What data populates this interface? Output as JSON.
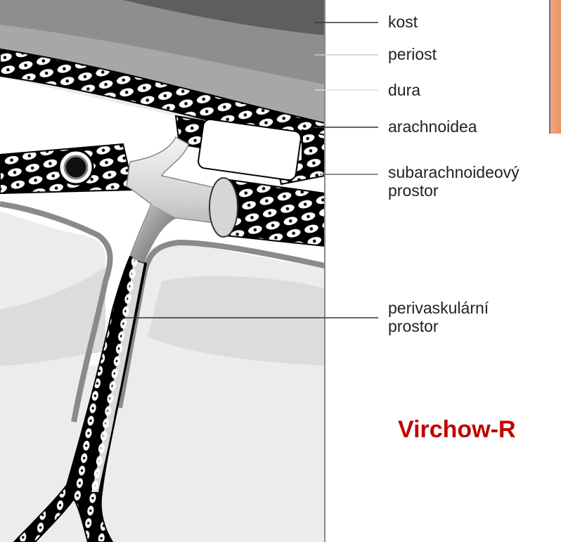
{
  "labels": {
    "kost": "kost",
    "periost": "periost",
    "dura": "dura",
    "arachnoidea": "arachnoidea",
    "subarachnoid_1": "subarachnoideový",
    "subarachnoid_2": "prostor",
    "perivascular_1": "perivaskulární",
    "perivascular_2": "prostor"
  },
  "title": "Virchow-R",
  "colors": {
    "bone": "#606060",
    "periosteum": "#8c8c8c",
    "dura": "#a6a6a6",
    "tissue": "#d6d6d6",
    "cortex": "#e6e6e6",
    "membrane_border": "#000000",
    "title": "#c00000",
    "edge_strip": "#ec9c6c"
  }
}
